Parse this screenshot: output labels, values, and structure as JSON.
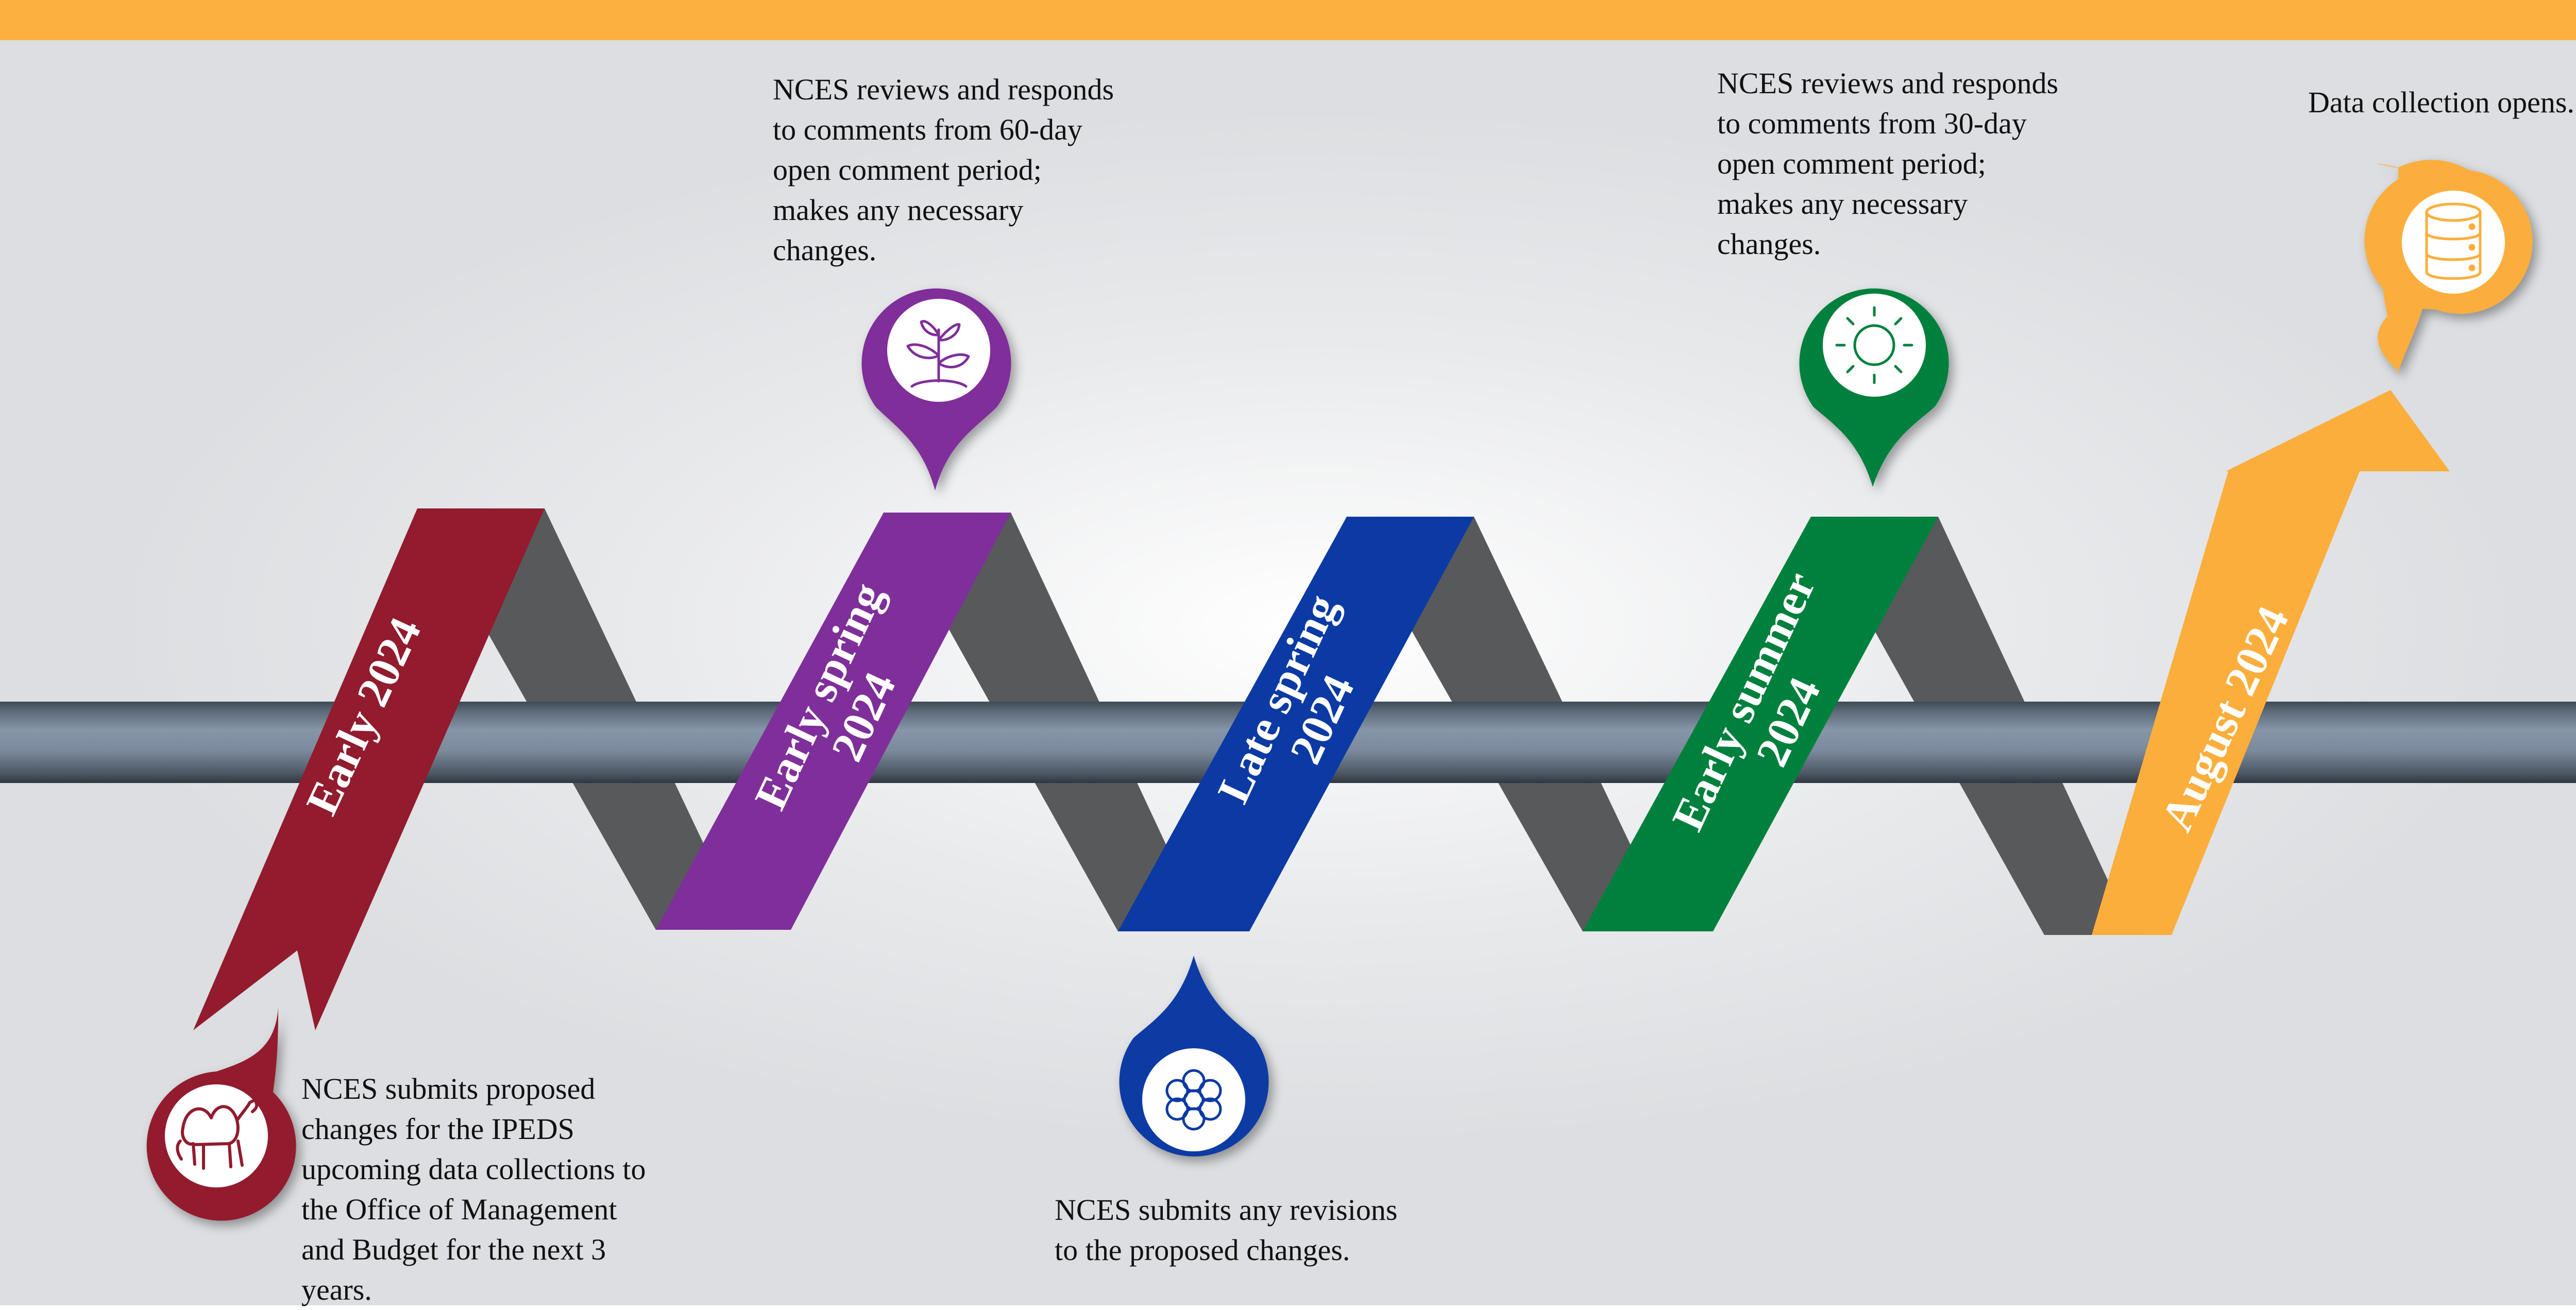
{
  "colors": {
    "banner": "#fbb040",
    "stage_colors": [
      "#921b2e",
      "#7f2f9a",
      "#0c3aa4",
      "#00803d",
      "#fbae3c"
    ],
    "ribbon_back": "#595a5c",
    "bar": "#7d8b9d"
  },
  "stages": [
    {
      "period": [
        "Early 2024"
      ],
      "icon": "camel-icon",
      "description": [
        "NCES submits proposed",
        "changes for the IPEDS",
        "upcoming data collections to",
        "the Office of Management",
        "and Budget for the next 3",
        "years."
      ]
    },
    {
      "period": [
        "Early spring",
        "2024"
      ],
      "icon": "sprout-icon",
      "description": [
        "NCES reviews and responds",
        "to comments from 60-day",
        "open comment period;",
        "makes any necessary",
        "changes."
      ]
    },
    {
      "period": [
        "Late spring",
        "2024"
      ],
      "icon": "flower-icon",
      "description": [
        "NCES submits any revisions",
        "to the proposed changes."
      ]
    },
    {
      "period": [
        "Early summer",
        "2024"
      ],
      "icon": "sun-icon",
      "description": [
        "NCES reviews and responds",
        "to comments from 30-day",
        "open comment period;",
        "makes any necessary",
        "changes."
      ]
    },
    {
      "period": [
        "August 2024"
      ],
      "icon": "database-icon",
      "description": [
        "Data collection opens."
      ]
    }
  ]
}
